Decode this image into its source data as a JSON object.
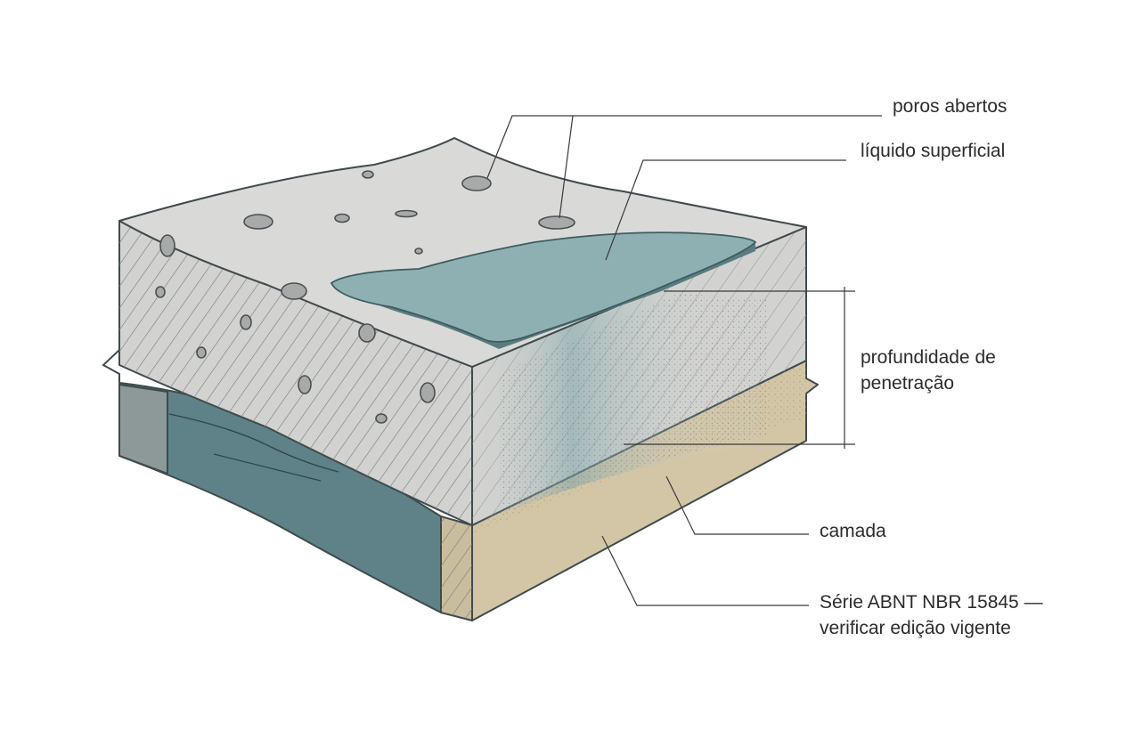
{
  "labels": {
    "poros": "poros abertos",
    "liquido": "líquido superficial",
    "profundidade_line1": "profundidade de",
    "profundidade_line2": "penetração",
    "camada": "camada",
    "norma_line1": "Série ABNT NBR 15845 —",
    "norma_line2": "verificar edição vigente"
  },
  "colors": {
    "concrete_top": "#d9dad7",
    "concrete_side": "#d2d3d0",
    "hatch": "#7c807e",
    "liquid": "#8fb0b2",
    "liquid_edge": "#5a7c80",
    "base_layer": "#d3c6a6",
    "lower_block": "#5e8287",
    "lower_block_light": "#8c9998",
    "outline": "#3f4a4d"
  }
}
